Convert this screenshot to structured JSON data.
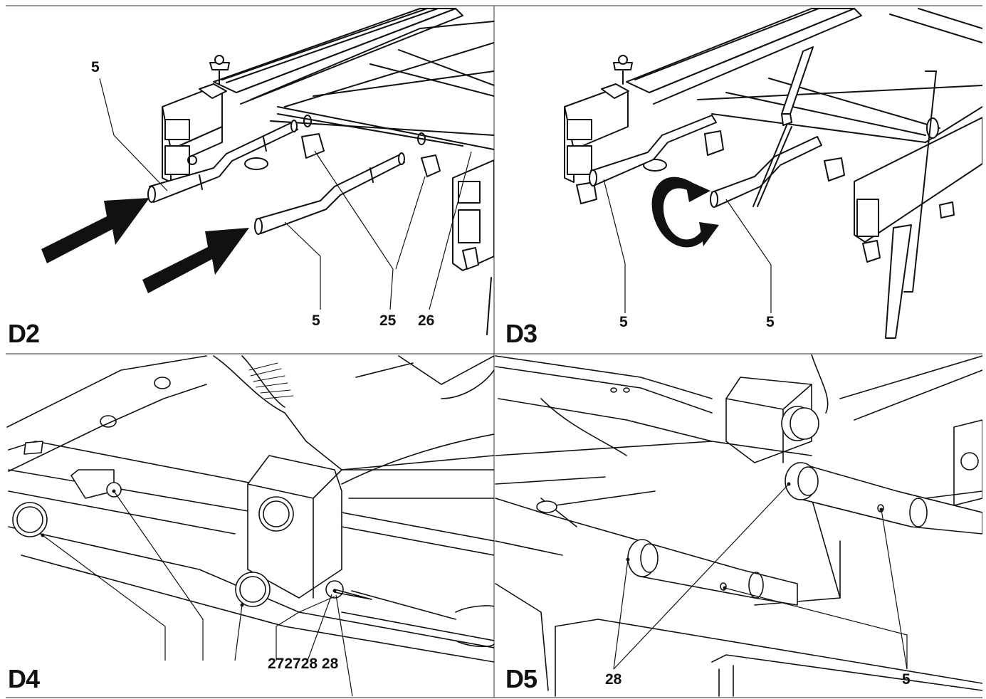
{
  "panels": [
    {
      "id": "D2",
      "callouts": [
        "5",
        "5",
        "25",
        "26"
      ]
    },
    {
      "id": "D3",
      "callouts": [
        "5",
        "5"
      ]
    },
    {
      "id": "D4",
      "callouts": [
        "272728 28"
      ]
    },
    {
      "id": "D5",
      "callouts": [
        "28",
        "5"
      ]
    }
  ],
  "colors": {
    "ink": "#111111",
    "paper": "#ffffff",
    "frame": "#555555"
  }
}
